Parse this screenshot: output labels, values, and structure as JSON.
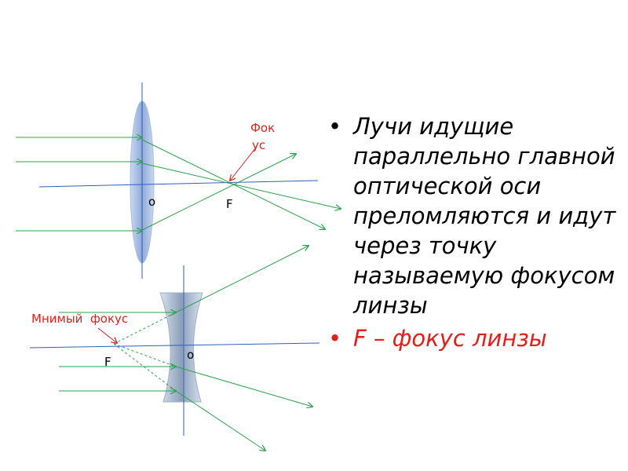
{
  "diagram": {
    "converging_focus_label_line1": "Фок",
    "converging_focus_label_line2": "ус",
    "converging_focus_letter": "F",
    "converging_center_letter": "о",
    "diverging_focus_label": "Мнимый  фокус",
    "diverging_focus_letter": "F",
    "diverging_center_letter": "о",
    "colors": {
      "ray": "#2aa24a",
      "axis": "#2f5fbf",
      "lens": "#9db6e0",
      "concave_lens": "#b8c7d8",
      "annotation": "#e0201b"
    }
  },
  "text": {
    "bullet1": "Лучи идущие параллельно главной оптической оси преломляются и идут через  точку называемую фокусом линзы",
    "bullet2": "F – фокус линзы"
  }
}
